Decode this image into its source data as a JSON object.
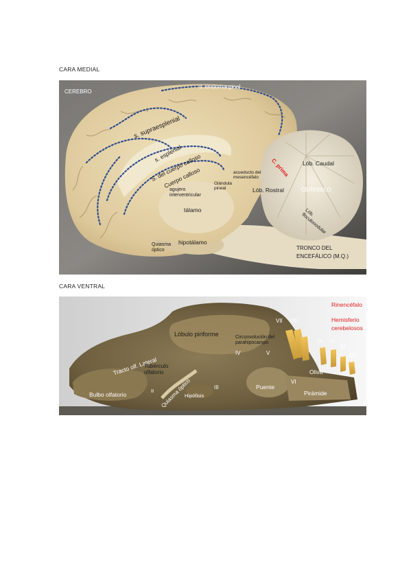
{
  "sections": {
    "medial": {
      "heading": "CARA MEDIAL",
      "labels": {
        "cerebro": "CEREBRO",
        "s_endomarginal": "s. endomarginal",
        "s_supraesplenial": "s. supraesplenial",
        "s_esplenial": "s. esplenial",
        "s_cuerpo_calloso": "S. del cuerpo calloso",
        "cuerpo_calloso": "Cuerpo calloso",
        "acueducto_1": "acueducto del",
        "acueducto_2": "mesencéfalo",
        "c_prima": "C. prima",
        "lob_caudal": "Lób. Caudal",
        "agujero_1": "agujero",
        "agujero_2": "interventricular",
        "glandula_1": "Glándula",
        "glandula_2": "pineal",
        "lob_rostral": "Lób. Rostral",
        "cerebelo": "CEREBELO",
        "talamo": "tálamo",
        "lob_nodulo_1": "Lób.",
        "lob_nodulo_2": "floculonodular",
        "quiasma_1": "Quiasma",
        "quiasma_2": "óptico",
        "hipotalamo": "hipotálamo",
        "tronco_1": "TRONCO DEL",
        "tronco_2": "ENCEFÁLICO (M.Q.)"
      }
    },
    "ventral": {
      "heading": "CARA VENTRAL",
      "labels": {
        "rinencefalo": "Rinencéfalo",
        "hemisferio_1": "Hemisferio",
        "hemisferio_2": "cerebelosos",
        "vii": "VII",
        "viii": "VIII",
        "lobulo_piriforme": "Lóbulo piriforme",
        "circunvolucion_1": "Circunvolución del",
        "circunvolucion_2": "parahipocampo",
        "iv": "IV",
        "v": "V",
        "ix": "IX",
        "x": "X",
        "xi": "XI",
        "xii": "XII",
        "tracto": "Tracto olf. Lateral",
        "tuberculo_1": "Tubérculo",
        "tuberculo_2": "olfatorio",
        "oliva": "Oliva",
        "vi": "VI",
        "quiasma": "Quiasma óptico",
        "ii": "II",
        "bulbo": "Bulbo olfatorio",
        "iii": "III",
        "puente": "Puente",
        "piramide": "Pirámide",
        "hipofisis": "Hipófisis"
      }
    }
  }
}
